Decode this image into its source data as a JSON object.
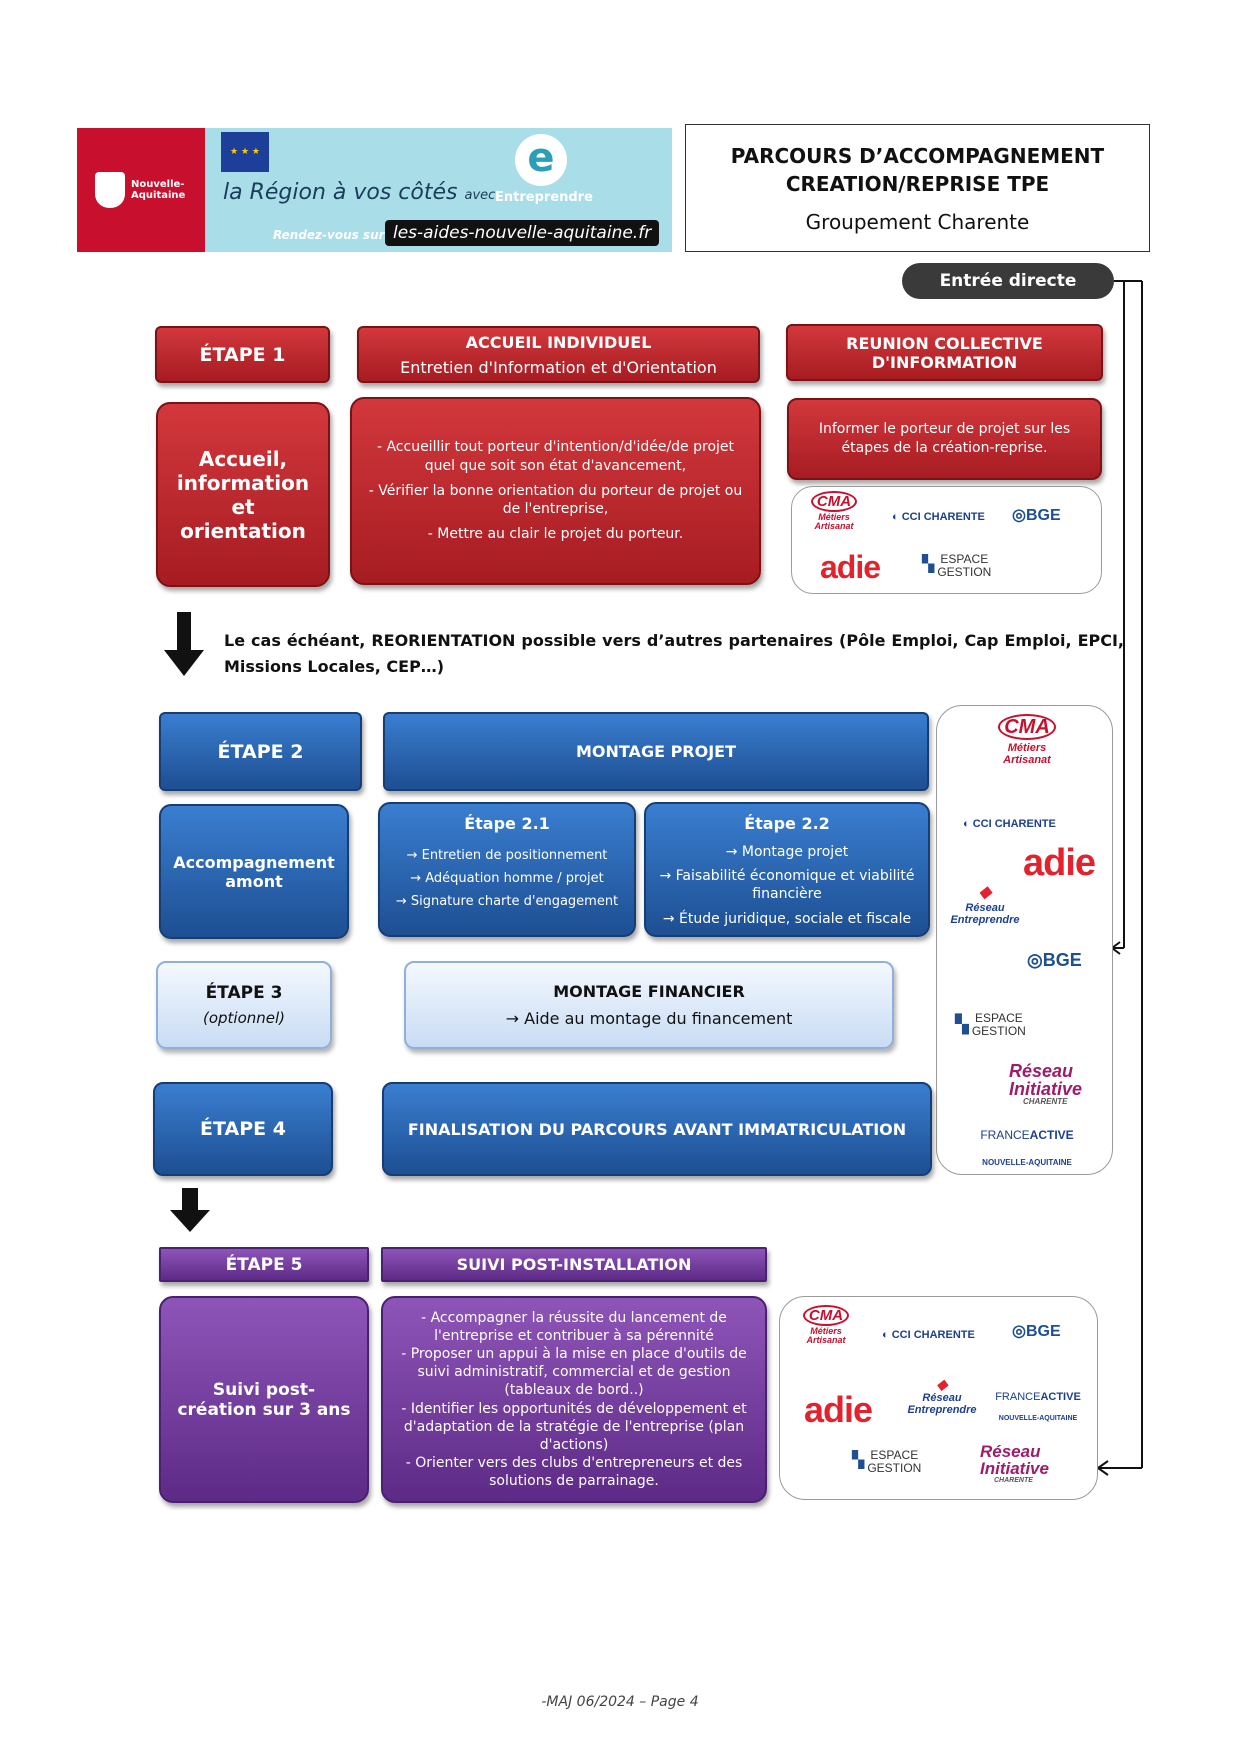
{
  "header": {
    "region_logo_text": "Nouvelle-Aquitaine",
    "slogan_main": "la Région à vos côtés",
    "slogan_avec": "avec",
    "entreprendre": "Entreprendre",
    "rendezvous": "Rendez-vous sur :",
    "site": "les-aides-nouvelle-aquitaine.fr",
    "title_line1": "PARCOURS D’ACCOMPAGNEMENT",
    "title_line2": "CREATION/REPRISE TPE",
    "subtitle": "Groupement Charente"
  },
  "entree_directe": "Entrée directe",
  "etape1": {
    "label": "ÉTAPE 1",
    "side": "Accueil, information et orientation",
    "accueil_title": "ACCUEIL INDIVIDUEL",
    "accueil_sub": "Entretien d'Information et d'Orientation",
    "accueil_items": [
      "- Accueillir tout porteur d'intention/d'idée/de projet quel que soit son état d'avancement,",
      "- Vérifier la bonne orientation du porteur de projet ou de l'entreprise,",
      "- Mettre au clair le projet du porteur."
    ],
    "reunion_title": "REUNION COLLECTIVE D'INFORMATION",
    "reunion_text": "Informer le porteur de projet sur les étapes de la création-reprise."
  },
  "reorientation": "Le cas échéant, REORIENTATION possible vers d’autres partenaires (Pôle Emploi, Cap Emploi, EPCI, Missions Locales, CEP…)",
  "etape2": {
    "label": "ÉTAPE 2",
    "montage": "MONTAGE PROJET",
    "side": "Accompagnement amont",
    "e21_title": "Étape 2.1",
    "e21_items": [
      "→ Entretien de positionnement",
      "→ Adéquation homme / projet",
      "→ Signature charte d'engagement"
    ],
    "e22_title": "Étape 2.2",
    "e22_items": [
      "→ Montage projet",
      "→ Faisabilité économique et viabilité financière",
      "→ Étude juridique, sociale et fiscale"
    ]
  },
  "etape3": {
    "label": "ÉTAPE 3",
    "optional": "(optionnel)",
    "title": "MONTAGE FINANCIER",
    "sub": "→ Aide au montage du financement"
  },
  "etape4": {
    "label": "ÉTAPE 4",
    "title": "FINALISATION DU PARCOURS AVANT IMMATRICULATION"
  },
  "etape5": {
    "label": "ÉTAPE 5",
    "title": "SUIVI POST-INSTALLATION",
    "side": "Suivi post-création sur 3 ans",
    "items": [
      "- Accompagner la réussite du lancement de l'entreprise et contribuer à sa pérennité",
      "- Proposer un appui à la mise en place d'outils de suivi administratif, commercial et de gestion (tableaux de bord..)",
      "- Identifier les opportunités de développement et d'adaptation de la stratégie de l'entreprise (plan d'actions)",
      "- Orienter vers des clubs d'entrepreneurs et des solutions de parrainage."
    ]
  },
  "logos": {
    "cma": "CMA",
    "cma_sub": "Métiers Artisanat",
    "cci": "CCI CHARENTE",
    "adie": "adie",
    "bge": "BGE",
    "espace1": "ESPACE",
    "espace2": "GESTION",
    "re1": "Réseau",
    "re2": "Entreprendre",
    "ri1": "Réseau",
    "ri2": "Initiative",
    "ri3": "CHARENTE",
    "fa1": "FRANCE",
    "fa2": "ACTIVE",
    "fa3": "NOUVELLE-AQUITAINE"
  },
  "footer": "-MAJ 06/2024 – Page 4"
}
